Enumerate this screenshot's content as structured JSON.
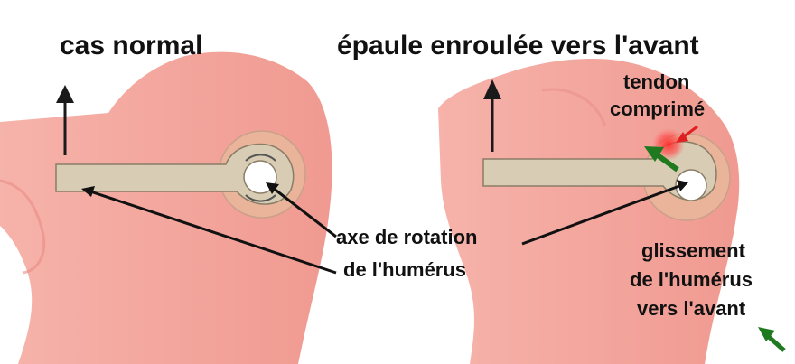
{
  "titles": {
    "left": "cas normal",
    "right": "épaule enroulée vers l'avant"
  },
  "labels": {
    "axis_line1": "axe de rotation",
    "axis_line2": "de l'humérus",
    "tendon_line1": "tendon",
    "tendon_line2": "comprimé",
    "slide_line1": "glissement",
    "slide_line2": "de l'humérus",
    "slide_line3": "vers l'avant"
  },
  "colors": {
    "skin": "#f4a9a0",
    "skin_dark": "#ec8f87",
    "bone": "#d9ccb4",
    "bone_outline": "#8a7d66",
    "joint_ring": "#e9b49a",
    "arrow_black": "#1a1a1a",
    "arrow_green": "#1f7a1f",
    "arrow_red": "#e02020",
    "inflammation": "#ff3b3b"
  }
}
